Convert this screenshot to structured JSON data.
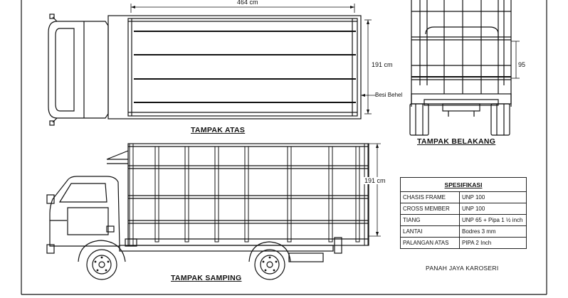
{
  "dimensions": {
    "top_length": "464 cm",
    "top_width": "191 cm",
    "side_height": "191 cm",
    "rear_height_partial": "95"
  },
  "annotations": {
    "besi_behel": "Besi Behel"
  },
  "views": {
    "top": "TAMPAK ATAS",
    "rear": "TAMPAK  BELAKANG",
    "side": "TAMPAK SAMPING"
  },
  "spec_table": {
    "title": "SPESIFIKASI",
    "rows": [
      {
        "label": "CHASIS FRAME",
        "value": "UNP 100"
      },
      {
        "label": "CROSS MEMBER",
        "value": "UNP 100"
      },
      {
        "label": "TIANG",
        "value": "UNP 65 + Pipa 1 ½ inch"
      },
      {
        "label": "LANTAI",
        "value": "Bodres 3 mm"
      },
      {
        "label": "PALANGAN ATAS",
        "value": "PIPA 2 Inch"
      }
    ]
  },
  "company": "PANAH JAYA KAROSERI"
}
